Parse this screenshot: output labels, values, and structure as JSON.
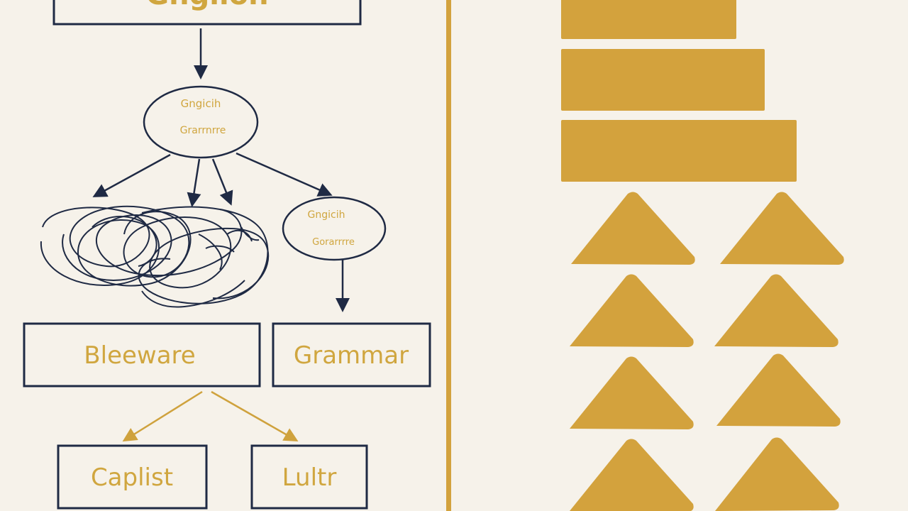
{
  "colors": {
    "background": "#f6f2ea",
    "ink": "#1f2a44",
    "gold": "#d3a23d"
  },
  "diagram": {
    "top_box": {
      "label": "Gngiion"
    },
    "center_oval": {
      "line1": "Gngicih",
      "line2": "Grarrnrre"
    },
    "right_oval": {
      "line1": "Gngicih",
      "line2": "Gorarrrre"
    },
    "box_bleeware": {
      "label": "Bleeware"
    },
    "box_grammar": {
      "label": "Grammar"
    },
    "box_caplist": {
      "label": "Caplist"
    },
    "box_lultr": {
      "label": "Lultr"
    }
  },
  "right_panel": {
    "bars_count": 3,
    "triangles_count": 8
  }
}
